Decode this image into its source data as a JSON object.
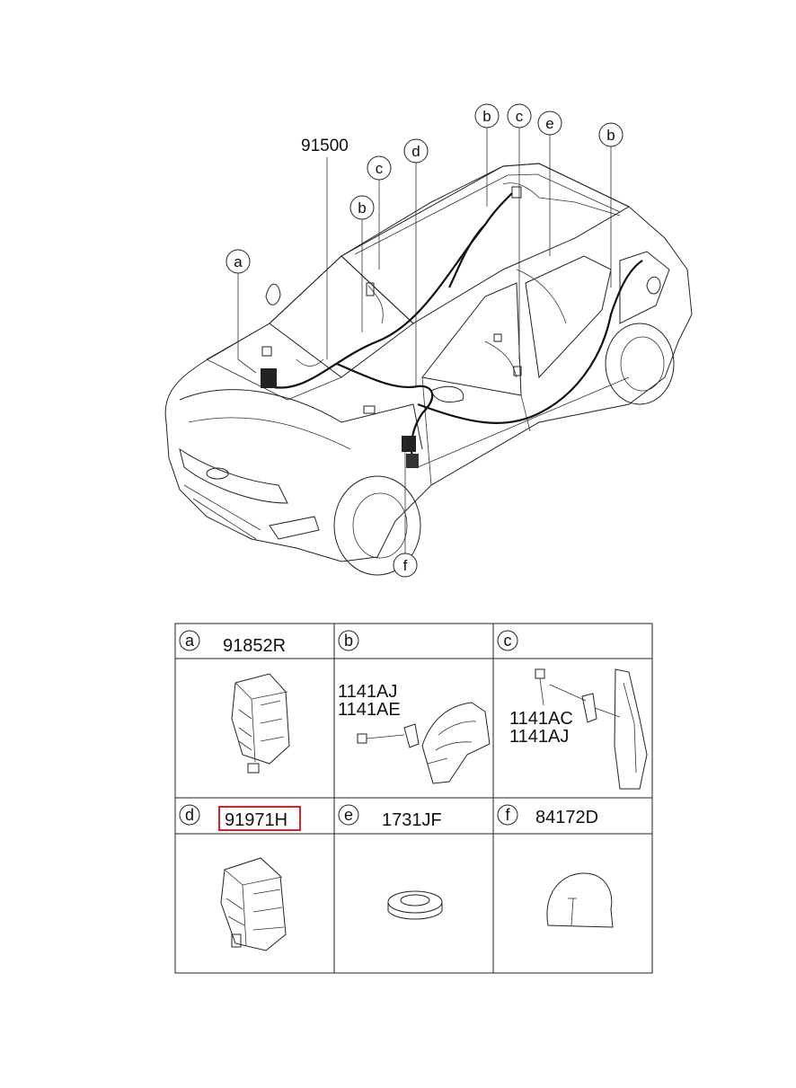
{
  "main_part_number": "91500",
  "callouts": {
    "a": "a",
    "b": "b",
    "c": "c",
    "d": "d",
    "e": "e",
    "f": "f"
  },
  "parts_table": [
    {
      "letter": "a",
      "parts": [
        "91852R"
      ]
    },
    {
      "letter": "b",
      "parts": [
        "1141AJ",
        "1141AE"
      ]
    },
    {
      "letter": "c",
      "parts": [
        "1141AC",
        "1141AJ"
      ]
    },
    {
      "letter": "d",
      "parts": [
        "91971H"
      ],
      "highlighted": true
    },
    {
      "letter": "e",
      "parts": [
        "1731JF"
      ]
    },
    {
      "letter": "f",
      "parts": [
        "84172D"
      ]
    }
  ],
  "colors": {
    "highlight": "#e02020"
  }
}
